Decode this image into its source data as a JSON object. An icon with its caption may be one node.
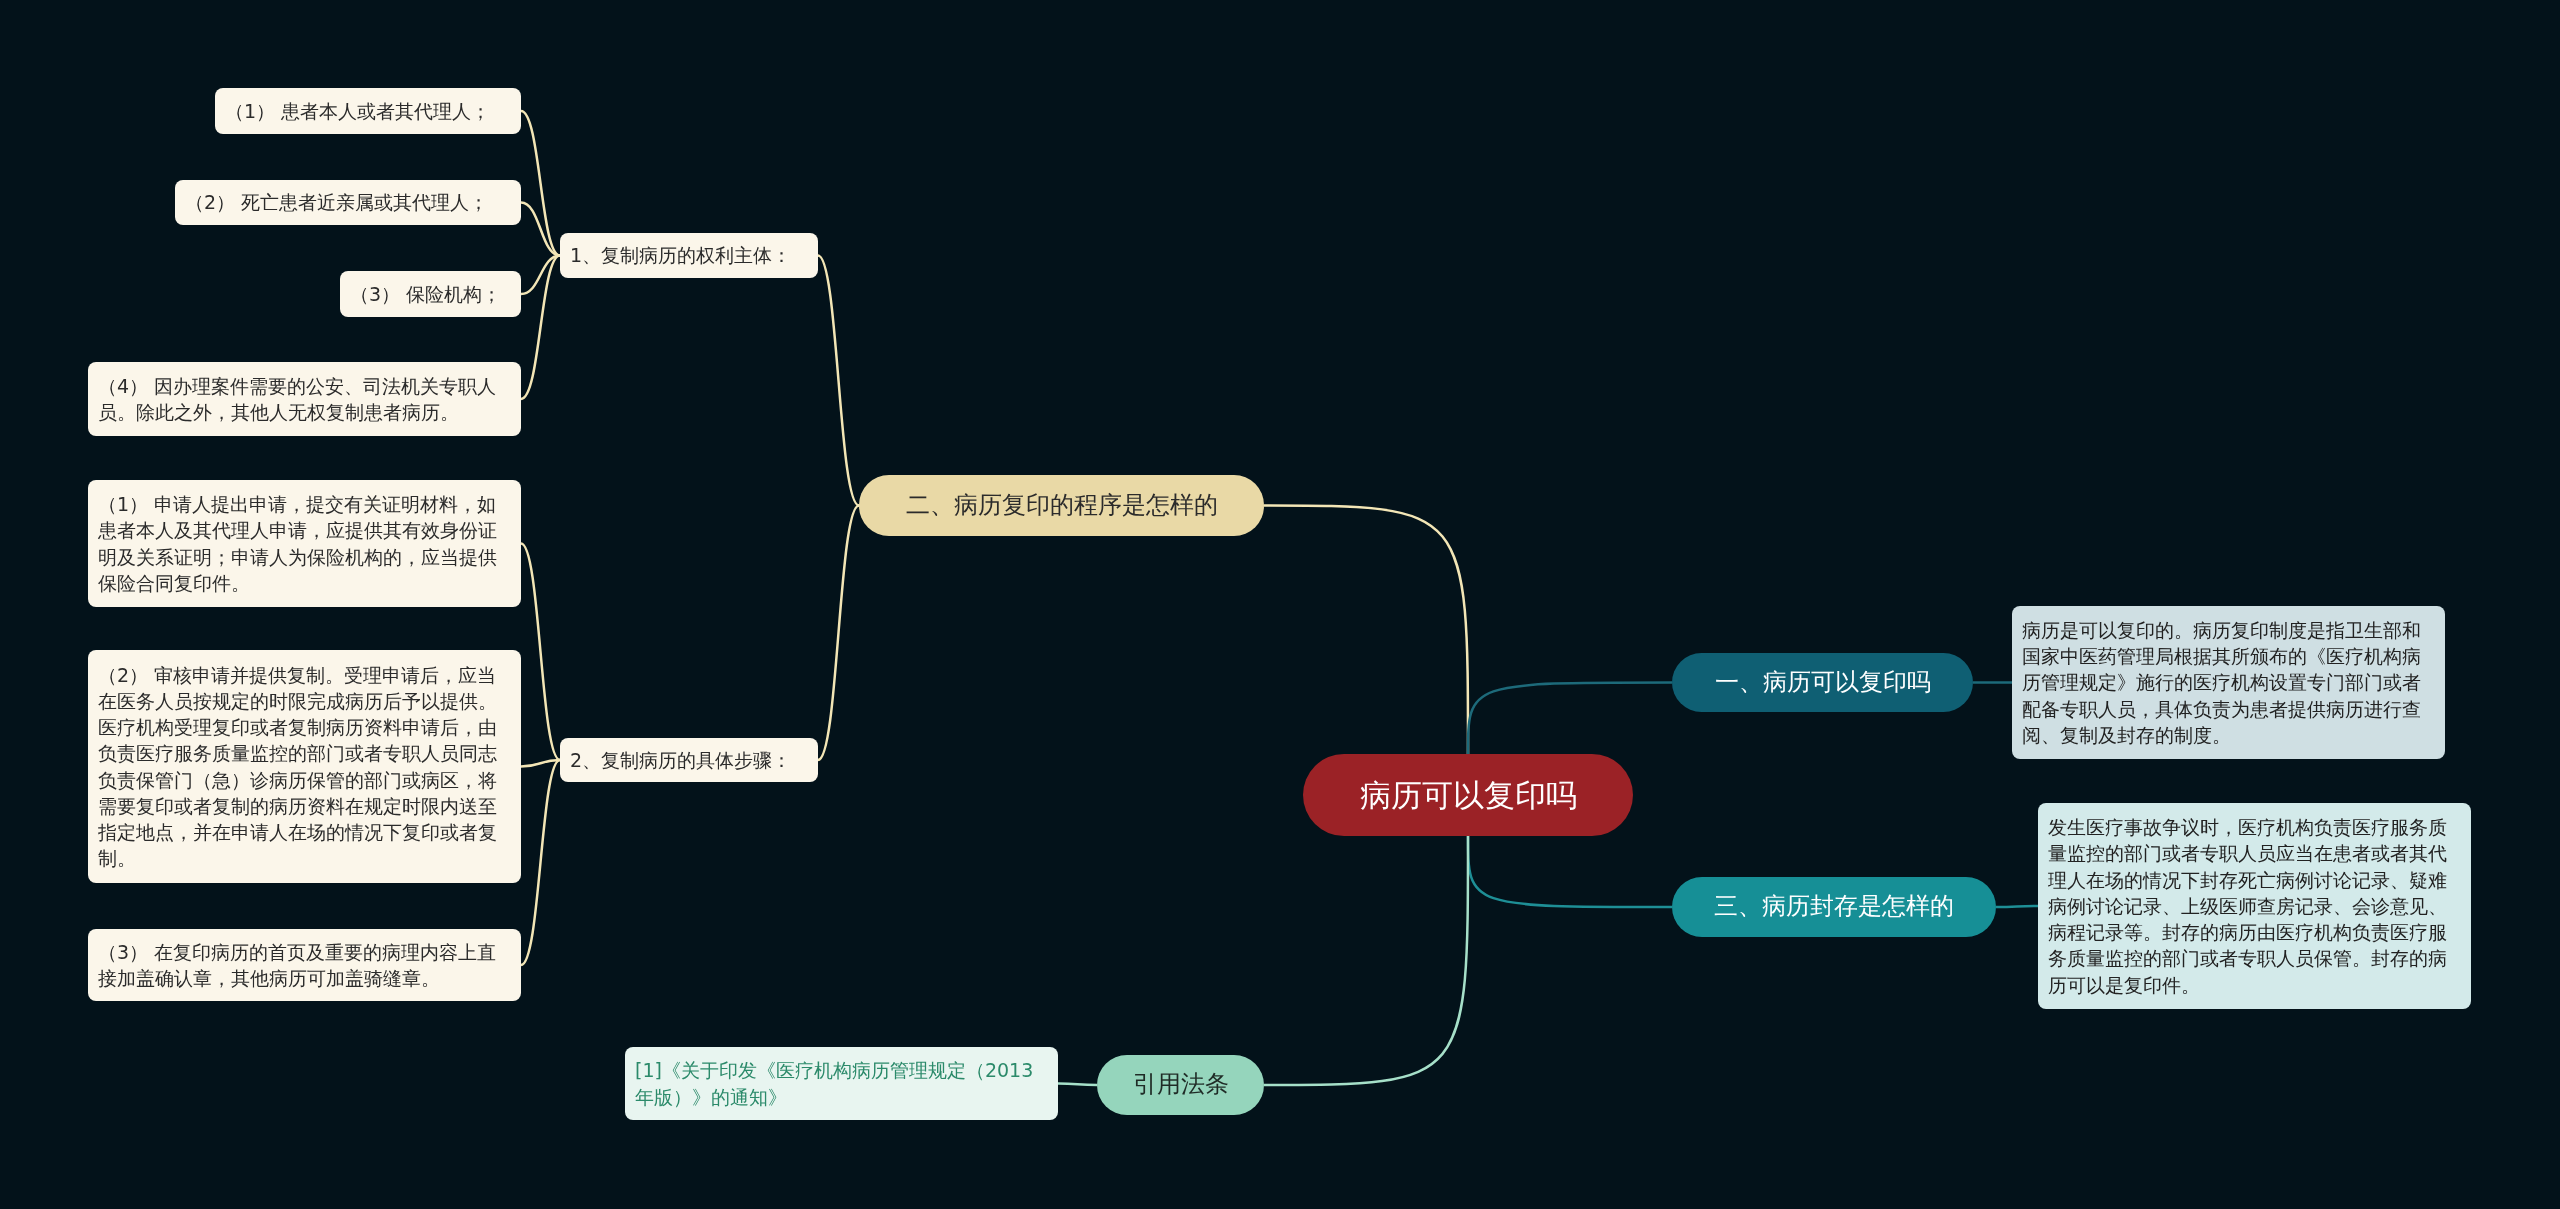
{
  "diagram": {
    "nodes": [
      {
        "text": [
          "病历可以复印吗"
        ]
      },
      {
        "text": [
          "二、病历复印的程序是怎样的"
        ]
      },
      {
        "text": [
          "1、复制病历的权利主体："
        ]
      },
      {
        "text": [
          "（1） 患者本人或者其代理人；"
        ]
      },
      {
        "text": [
          "（2） 死亡患者近亲属或其代理人；"
        ]
      },
      {
        "text": [
          "（3） 保险机构；"
        ]
      },
      {
        "text": [
          "（4） 因办理案件需要的公安、司法机关专职人员。除此之外，其他人无权复制患者病历。"
        ]
      },
      {
        "text": [
          "2、复制病历的具体步骤："
        ]
      },
      {
        "text": [
          "（1） 申请人提出申请，提交有关证明材料，如患者本人及其代理人申请，应提供其有效身份证明及关系证明；申请人为保险机构的，应当提供保险合同复印件。"
        ]
      },
      {
        "text": [
          "（2） 审核申请并提供复制。受理申请后，应当在医务人员按规定的时限完成病历后予以提供。医疗机构受理复印或者复制病历资料申请后，由负责医疗服务质量监控的部门或者专职人员同志负责保管门（急）诊病历保管的部门或病区，将需要复印或者复制的病历资料在规定时限内送至指定地点，并在申请人在场的情况下复印或者复制。"
        ]
      },
      {
        "text": [
          "（3） 在复印病历的首页及重要的病理内容上直接加盖确认章，其他病历可加盖骑缝章。"
        ]
      },
      {
        "text": [
          "一、病历可以复印吗"
        ]
      },
      {
        "text": [
          "病历是可以复印的。病历复印制度是指卫生部和国家中医药管理局根据其所颁布的《医疗机构病历管理规定》施行的医疗机构设置专门部门或者配备专职人员，具体负责为患者提供病历进行查阅、复制及封存的制度。"
        ]
      },
      {
        "text": [
          "三、病历封存是怎样的"
        ]
      },
      {
        "text": [
          "发生医疗事故争议时，医疗机构负责医疗服务质量监控的部门或者专职人员应当在患者或者其代理人在场的情况下封存死亡病例讨论记录、疑难病例讨论记录、上级医师查房记录、会诊意见、病程记录等。封存的病历由医疗机构负责医疗服务质量监控的部门或者专职人员保管。封存的病历可以是复印件。"
        ]
      },
      {
        "text": [
          "引用法条"
        ]
      },
      {
        "text": [
          "[1]《关于印发《医疗机构病历管理规定（2013年版）》的通知》"
        ]
      }
    ],
    "edges": [
      {
        "from": 0,
        "to": 1,
        "arrow": "none"
      },
      {
        "from": 1,
        "to": 2,
        "arrow": "none"
      },
      {
        "from": 2,
        "to": 3,
        "arrow": "none"
      },
      {
        "from": 2,
        "to": 4,
        "arrow": "none"
      },
      {
        "from": 2,
        "to": 5,
        "arrow": "none"
      },
      {
        "from": 2,
        "to": 6,
        "arrow": "none"
      },
      {
        "from": 1,
        "to": 7,
        "arrow": "none"
      },
      {
        "from": 7,
        "to": 8,
        "arrow": "none"
      },
      {
        "from": 7,
        "to": 9,
        "arrow": "none"
      },
      {
        "from": 7,
        "to": 10,
        "arrow": "none"
      },
      {
        "from": 0,
        "to": 11,
        "arrow": "none",
        "color": "#1d6a7a"
      },
      {
        "from": 11,
        "to": 12,
        "arrow": "none",
        "color": "#1d6a7a"
      },
      {
        "from": 0,
        "to": 13,
        "arrow": "none",
        "color": "#1e8f96"
      },
      {
        "from": 13,
        "to": 14,
        "arrow": "none",
        "color": "#1e8f96"
      },
      {
        "from": 0,
        "to": 15,
        "arrow": "none",
        "color": "#a6e0c9"
      },
      {
        "from": 15,
        "to": 16,
        "arrow": "none",
        "color": "#a6e0c9"
      }
    ]
  }
}
